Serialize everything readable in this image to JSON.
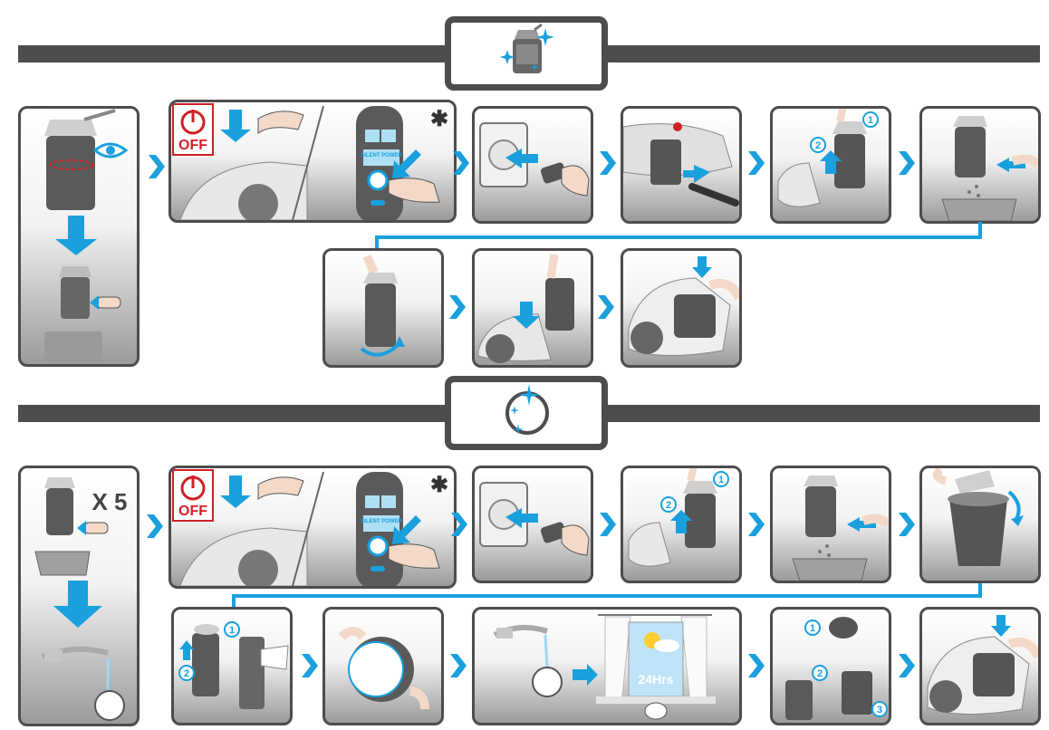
{
  "colors": {
    "bar": "#4d4d4f",
    "accent": "#1aa0dd",
    "warning": "#d21f26",
    "panel_dark": "#9b9b9b"
  },
  "section1": {
    "header_icon": "sparkling-dust-container-icon",
    "start_step": "inspect-and-empty-container",
    "row1": [
      "switch-off-and-silent-power",
      "unplug-power",
      "release-cord",
      "remove-container",
      "empty-container"
    ],
    "row2": [
      "open-bottom-lid",
      "reinsert-container",
      "close-lid"
    ],
    "off_label": "OFF",
    "silent_power_label": "SILENT POWER",
    "note_symbol": "✱"
  },
  "section2": {
    "header_icon": "sparkling-filter-icon",
    "repeat_label": "X 5",
    "row1": [
      "switch-off-and-silent-power",
      "unplug-power",
      "remove-container",
      "empty-container",
      "open-container-lid"
    ],
    "row2": [
      "remove-filter",
      "clean-filter",
      "rinse-and-dry",
      "reassemble",
      "close-lid"
    ],
    "off_label": "OFF",
    "silent_power_label": "SILENT POWER",
    "note_symbol": "✱",
    "dry_time": "24Hrs",
    "step_numbers": [
      "1",
      "2",
      "3"
    ]
  }
}
